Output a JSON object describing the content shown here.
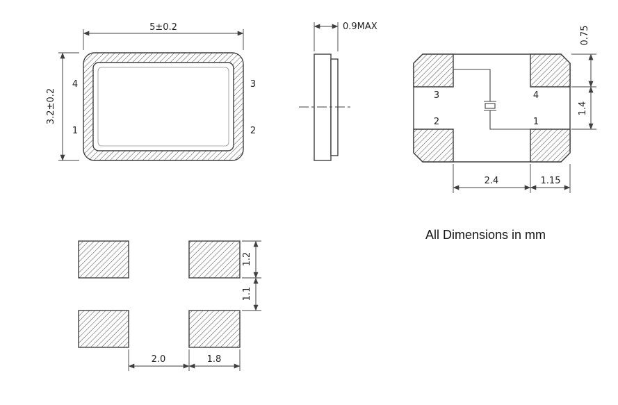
{
  "note": "All Dimensions in mm",
  "colors": {
    "line": "#3f3f3f",
    "text": "#1f1f1f",
    "background": "#ffffff"
  },
  "top_view": {
    "dim_width": "5±0.2",
    "dim_height": "3.2±0.2",
    "pad_labels": {
      "top_left": "4",
      "bottom_left": "1",
      "top_right": "3",
      "bottom_right": "2"
    }
  },
  "side_view": {
    "dim_thickness": "0.9MAX"
  },
  "bottom_view": {
    "pad_labels": {
      "top_left": "3",
      "top_right": "4",
      "bottom_left": "2",
      "bottom_right": "1"
    },
    "dim_pad_height": "0.75",
    "dim_pad_gap": "1.4",
    "dim_inner_span": "2.4",
    "dim_pad_width": "1.15"
  },
  "land_pattern": {
    "dim_pad_height": "1.2",
    "dim_row_gap": "1.1",
    "dim_col_gap": "2.0",
    "dim_pad_width": "1.8"
  }
}
